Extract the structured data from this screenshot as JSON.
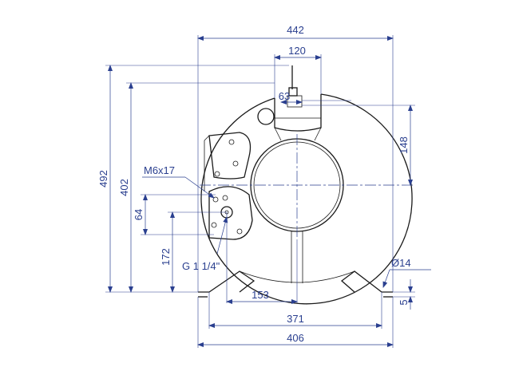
{
  "dimensions": {
    "overall_width": "442",
    "top_fitting_width": "120",
    "fitting_offset": "63",
    "fitting_height": "148",
    "overall_height": "492",
    "body_height": "402",
    "bolt_label": "M6x17",
    "bolt_spacing": "64",
    "port_height": "172",
    "port_label": "G 1 1/4\"",
    "hole_diameter": "Ø14",
    "foot_thickness": "5",
    "port_offset": "153",
    "foot_hole_spacing": "371",
    "foot_width": "406"
  }
}
